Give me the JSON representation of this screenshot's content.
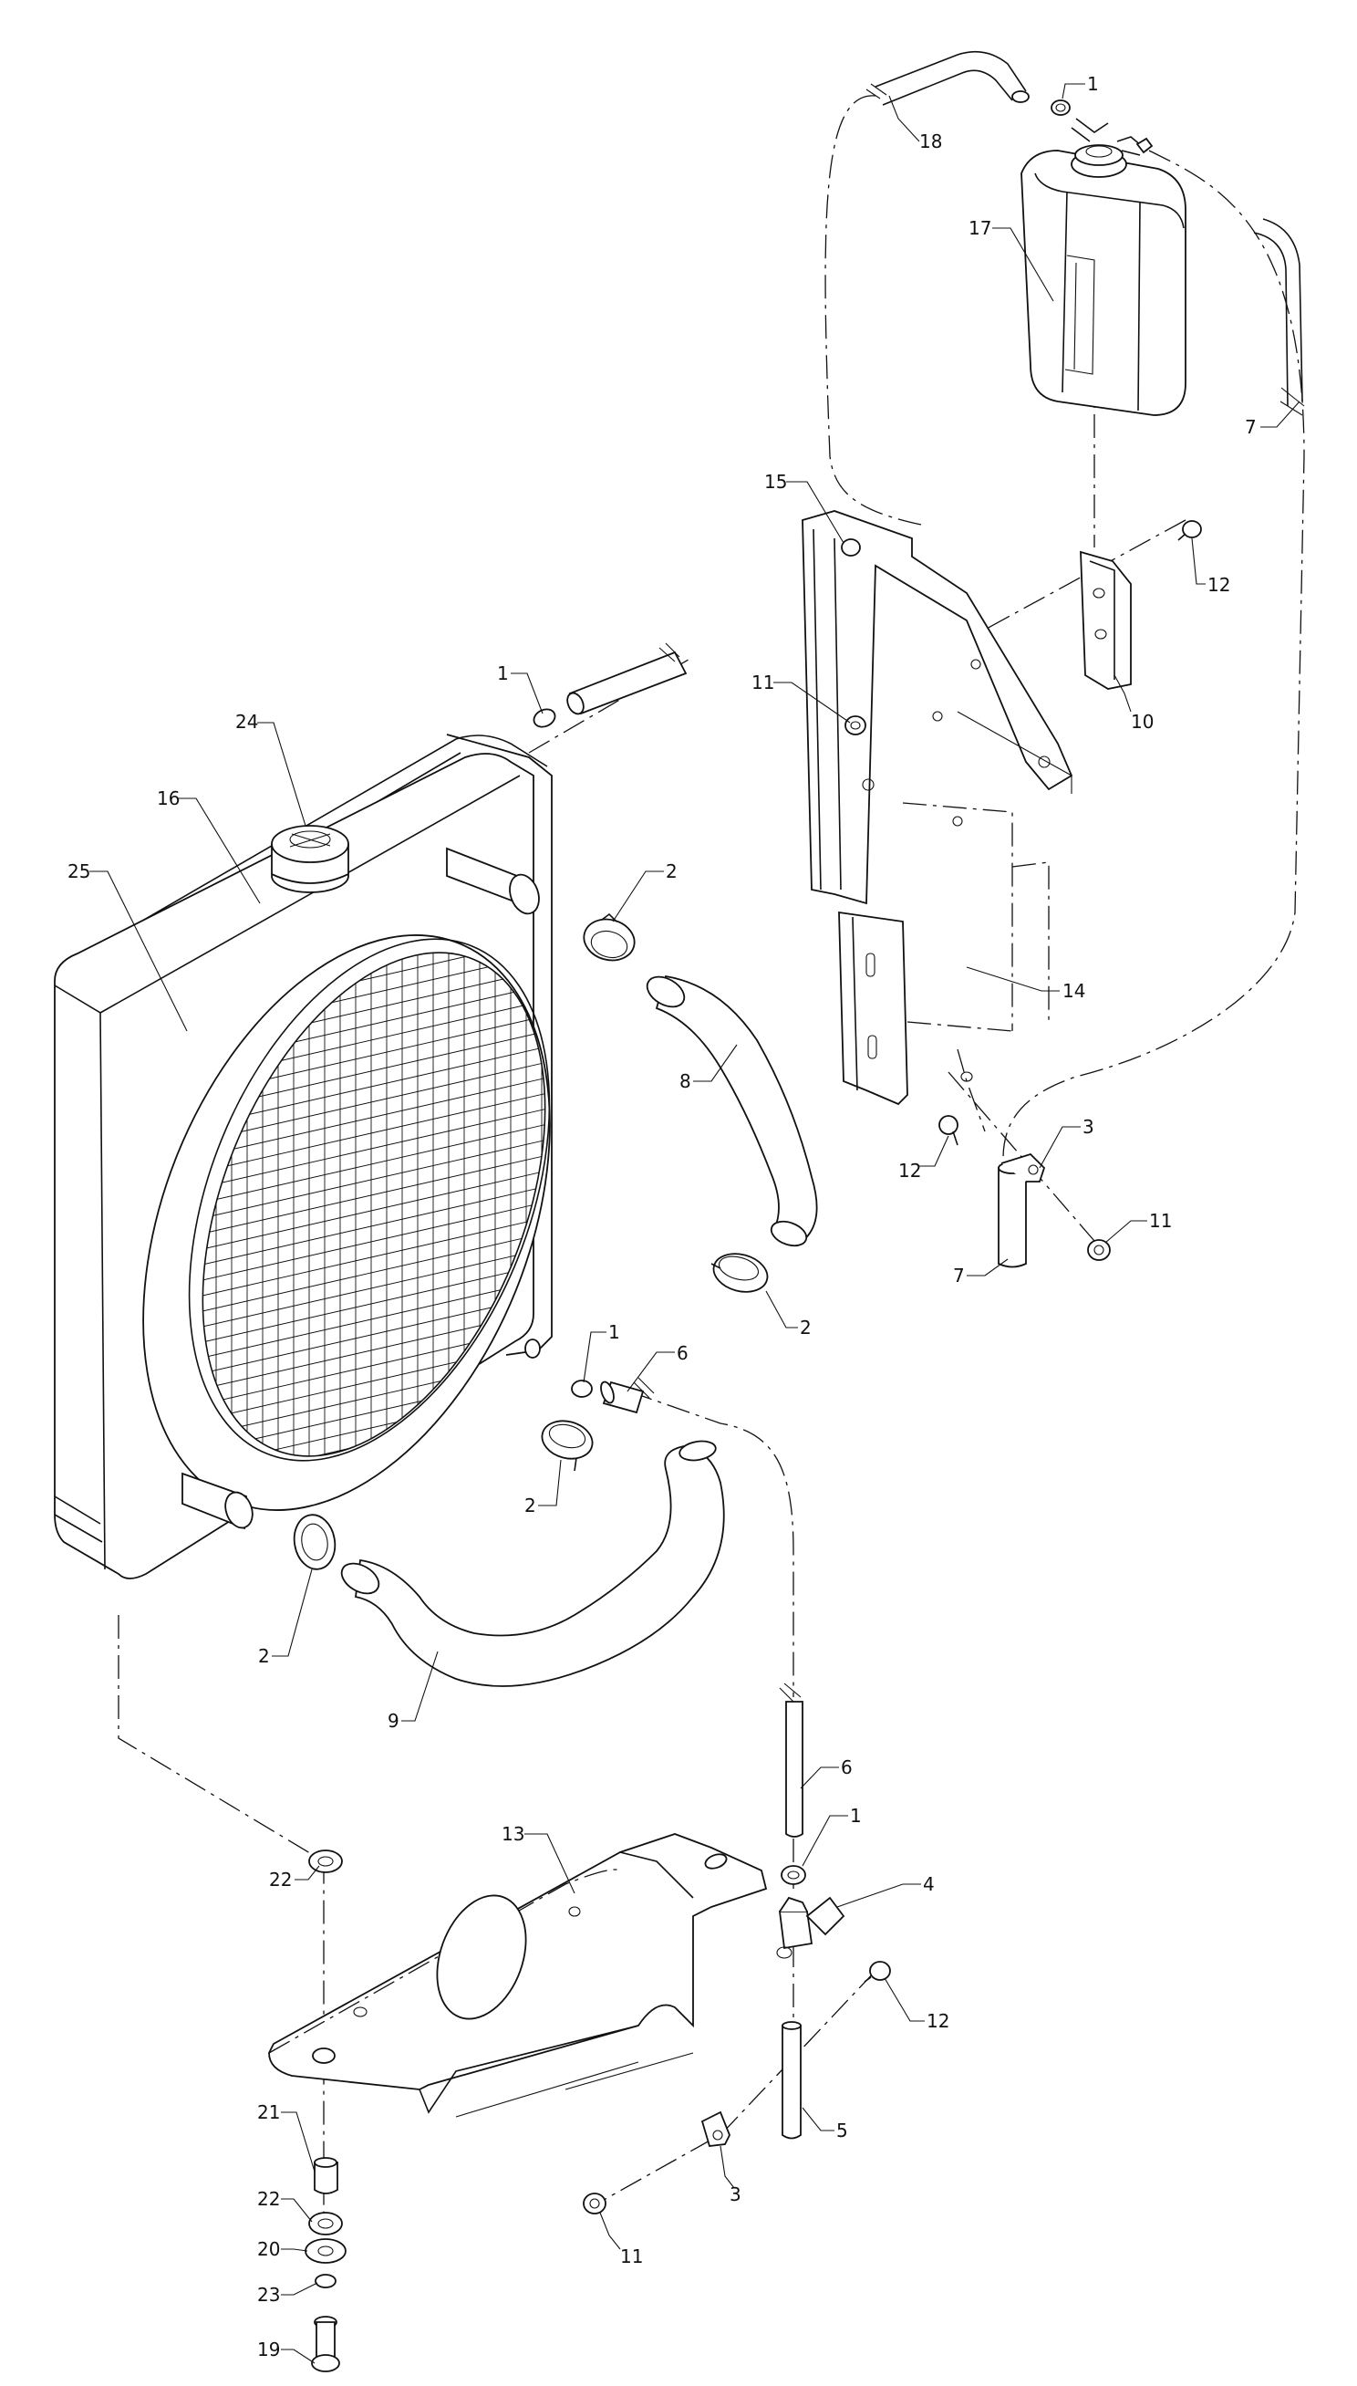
{
  "callouts": [
    {
      "id": "c1a",
      "text": "1"
    },
    {
      "id": "c18",
      "text": "18"
    },
    {
      "id": "c17",
      "text": "17"
    },
    {
      "id": "c7a",
      "text": "7"
    },
    {
      "id": "c15",
      "text": "15"
    },
    {
      "id": "c12a",
      "text": "12"
    },
    {
      "id": "c1b",
      "text": "1"
    },
    {
      "id": "c11a",
      "text": "11"
    },
    {
      "id": "c10",
      "text": "10"
    },
    {
      "id": "c24",
      "text": "24"
    },
    {
      "id": "c16",
      "text": "16"
    },
    {
      "id": "c25",
      "text": "25"
    },
    {
      "id": "c2a",
      "text": "2"
    },
    {
      "id": "c14",
      "text": "14"
    },
    {
      "id": "c8",
      "text": "8"
    },
    {
      "id": "c12b",
      "text": "12"
    },
    {
      "id": "c3a",
      "text": "3"
    },
    {
      "id": "c7b",
      "text": "7"
    },
    {
      "id": "c11b",
      "text": "11"
    },
    {
      "id": "c2b",
      "text": "2"
    },
    {
      "id": "c1c",
      "text": "1"
    },
    {
      "id": "c6a",
      "text": "6"
    },
    {
      "id": "c2c",
      "text": "2"
    },
    {
      "id": "c2d",
      "text": "2"
    },
    {
      "id": "c9",
      "text": "9"
    },
    {
      "id": "c6b",
      "text": "6"
    },
    {
      "id": "c13",
      "text": "13"
    },
    {
      "id": "c1d",
      "text": "1"
    },
    {
      "id": "c4",
      "text": "4"
    },
    {
      "id": "c22a",
      "text": "22"
    },
    {
      "id": "c12c",
      "text": "12"
    },
    {
      "id": "c21",
      "text": "21"
    },
    {
      "id": "c5",
      "text": "5"
    },
    {
      "id": "c22b",
      "text": "22"
    },
    {
      "id": "c3b",
      "text": "3"
    },
    {
      "id": "c20",
      "text": "20"
    },
    {
      "id": "c11c",
      "text": "11"
    },
    {
      "id": "c23",
      "text": "23"
    },
    {
      "id": "c19",
      "text": "19"
    }
  ]
}
